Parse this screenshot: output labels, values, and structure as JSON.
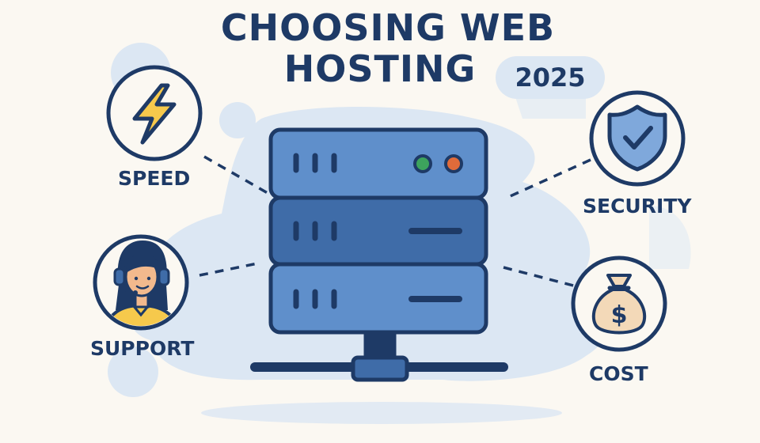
{
  "title": {
    "line1": "CHOOSING WEB",
    "line2": "HOSTING",
    "year": "2025"
  },
  "features": {
    "speed": {
      "label": "SPEED",
      "icon": "lightning-bolt-icon"
    },
    "security": {
      "label": "SECURITY",
      "icon": "shield-check-icon"
    },
    "support": {
      "label": "SUPPORT",
      "icon": "support-agent-headset-icon"
    },
    "cost": {
      "label": "COST",
      "icon": "money-bag-dollar-icon"
    }
  },
  "center": {
    "icon": "server-rack-icon"
  },
  "colors": {
    "navy": "#1E3A66",
    "server_blue": "#5F8FCB",
    "server_blue_dark": "#3F6CA8",
    "cloud": "#DCE7F3",
    "background": "#FBF8F2",
    "led_green": "#3DA35D",
    "led_orange": "#E06B3A",
    "bolt_yellow": "#F6C94C",
    "shield_blue": "#7FA8DB",
    "bag_beige": "#F3D9B8"
  }
}
